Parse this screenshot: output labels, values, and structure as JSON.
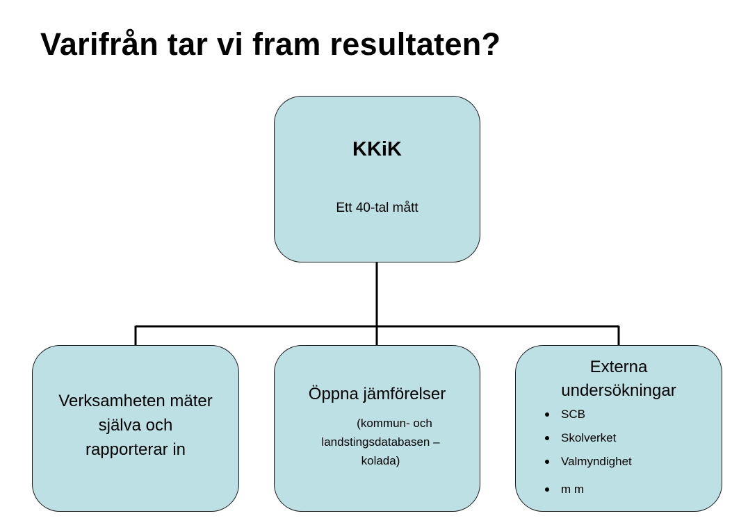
{
  "title": "Varifrån tar vi fram resultaten?",
  "top_box": {
    "heading": "KKiK",
    "subtext": "Ett 40-tal mått"
  },
  "left_box": {
    "lines": [
      "Verksamheten mäter",
      "själva och",
      "rapporterar in"
    ]
  },
  "middle_box": {
    "heading": "Öppna jämförelser",
    "sub_lines": [
      "(kommun- och",
      "landstingsdatabasen –",
      "kolada)"
    ]
  },
  "right_box": {
    "heading_lines": [
      "Externa",
      "undersökningar"
    ],
    "bullets": [
      "SCB",
      "Skolverket",
      "Valmyndighet",
      "m m"
    ]
  },
  "colors": {
    "box_fill": "#bde0e4",
    "box_border": "#1a1a1a",
    "connector": "#000000"
  }
}
